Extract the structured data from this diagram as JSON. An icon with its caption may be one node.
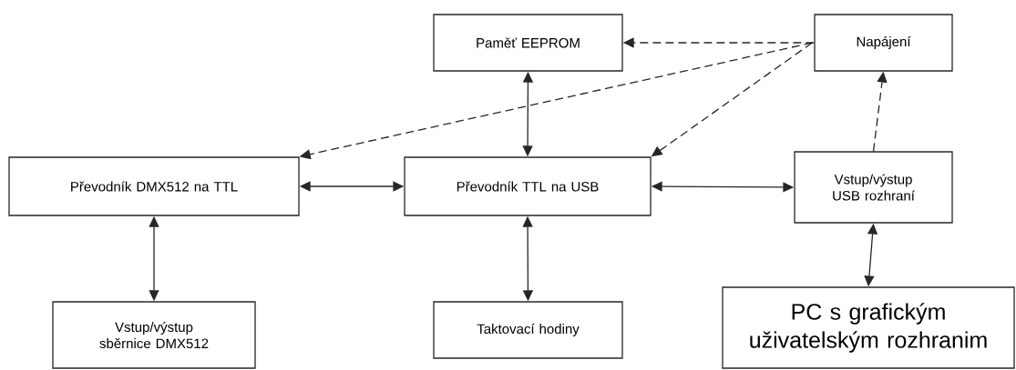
{
  "diagram": {
    "nodes": [
      {
        "text": [
          "Paměť EEPROM"
        ]
      },
      {
        "text": [
          "Napájení"
        ]
      },
      {
        "text": [
          "Převodník DMX512 na TTL"
        ]
      },
      {
        "text": [
          "Převodník TTL na USB"
        ]
      },
      {
        "text": [
          "Vstup/výstup USB rozhraní"
        ]
      },
      {
        "text": [
          "Vstup/výstup sběrnice DMX512"
        ]
      },
      {
        "text": [
          "Taktovací hodiny"
        ]
      },
      {
        "text": [
          "PC s grafickým uživatelským rozhranim"
        ]
      }
    ],
    "edges": [
      {
        "from": 1,
        "to": 0,
        "arrow": "to",
        "style": "dashed"
      },
      {
        "from": 1,
        "to": 2,
        "arrow": "to",
        "style": "dashed"
      },
      {
        "from": 1,
        "to": 3,
        "arrow": "to",
        "style": "dashed"
      },
      {
        "from": 4,
        "to": 1,
        "arrow": "to",
        "style": "dashed"
      },
      {
        "from": 0,
        "to": 3,
        "arrow": "both"
      },
      {
        "from": 2,
        "to": 3,
        "arrow": "both"
      },
      {
        "from": 3,
        "to": 4,
        "arrow": "both"
      },
      {
        "from": 2,
        "to": 5,
        "arrow": "both"
      },
      {
        "from": 3,
        "to": 6,
        "arrow": "both"
      },
      {
        "from": 4,
        "to": 7,
        "arrow": "both"
      }
    ]
  }
}
